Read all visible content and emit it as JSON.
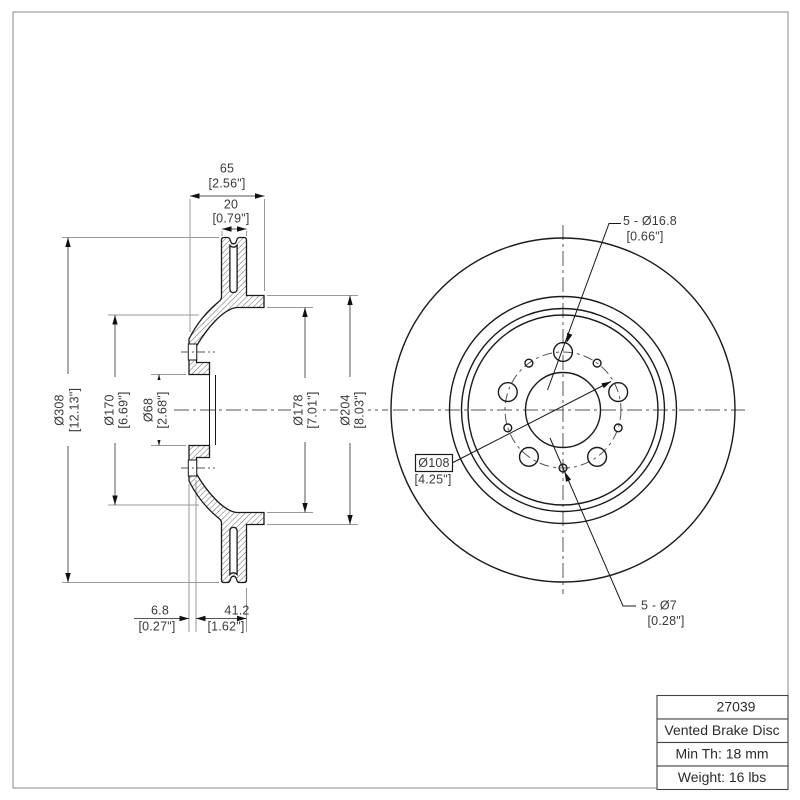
{
  "document": {
    "type_label": "technical drawing",
    "colors": {
      "geometry_line": "#1a1a1a",
      "dimension_text": "#3a3a3a",
      "extension_line": "#999999",
      "page_border": "#8a8a8a",
      "background": "#ffffff"
    }
  },
  "section": {
    "dim_outer_diameter": {
      "mm": "Ø308",
      "in": "[12.13\"]"
    },
    "dim_hat_inner_diameter": {
      "mm": "Ø170",
      "in": "[6.69\"]"
    },
    "dim_center_bore": {
      "mm": "Ø68",
      "in": "[2.68\"]"
    },
    "dim_pad_step_diameter": {
      "mm": "Ø178",
      "in": "[7.01\"]"
    },
    "dim_hat_outer_diameter": {
      "mm": "Ø204",
      "in": "[8.03\"]"
    },
    "dim_overall_width": {
      "mm": "65",
      "in": "[2.56\"]"
    },
    "dim_disc_thickness": {
      "mm": "20",
      "in": "[0.79\"]"
    },
    "dim_mount_face_thickness": {
      "mm": "6.8",
      "in": "[0.27\"]"
    },
    "dim_hat_depth": {
      "mm": "41.2",
      "in": "[1.62\"]"
    }
  },
  "front": {
    "dim_lug_holes": {
      "mm": "5 - Ø16.8",
      "in": "[0.66\"]"
    },
    "dim_bolt_circle": {
      "mm": "Ø108",
      "in": "[4.25\"]"
    },
    "dim_small_holes": {
      "mm": "5 - Ø7",
      "in": "[0.28\"]"
    }
  },
  "title_block": {
    "part_number": "27039",
    "description": "Vented Brake Disc",
    "min_thickness": "Min Th: 18 mm",
    "weight": "Weight: 16 lbs"
  }
}
